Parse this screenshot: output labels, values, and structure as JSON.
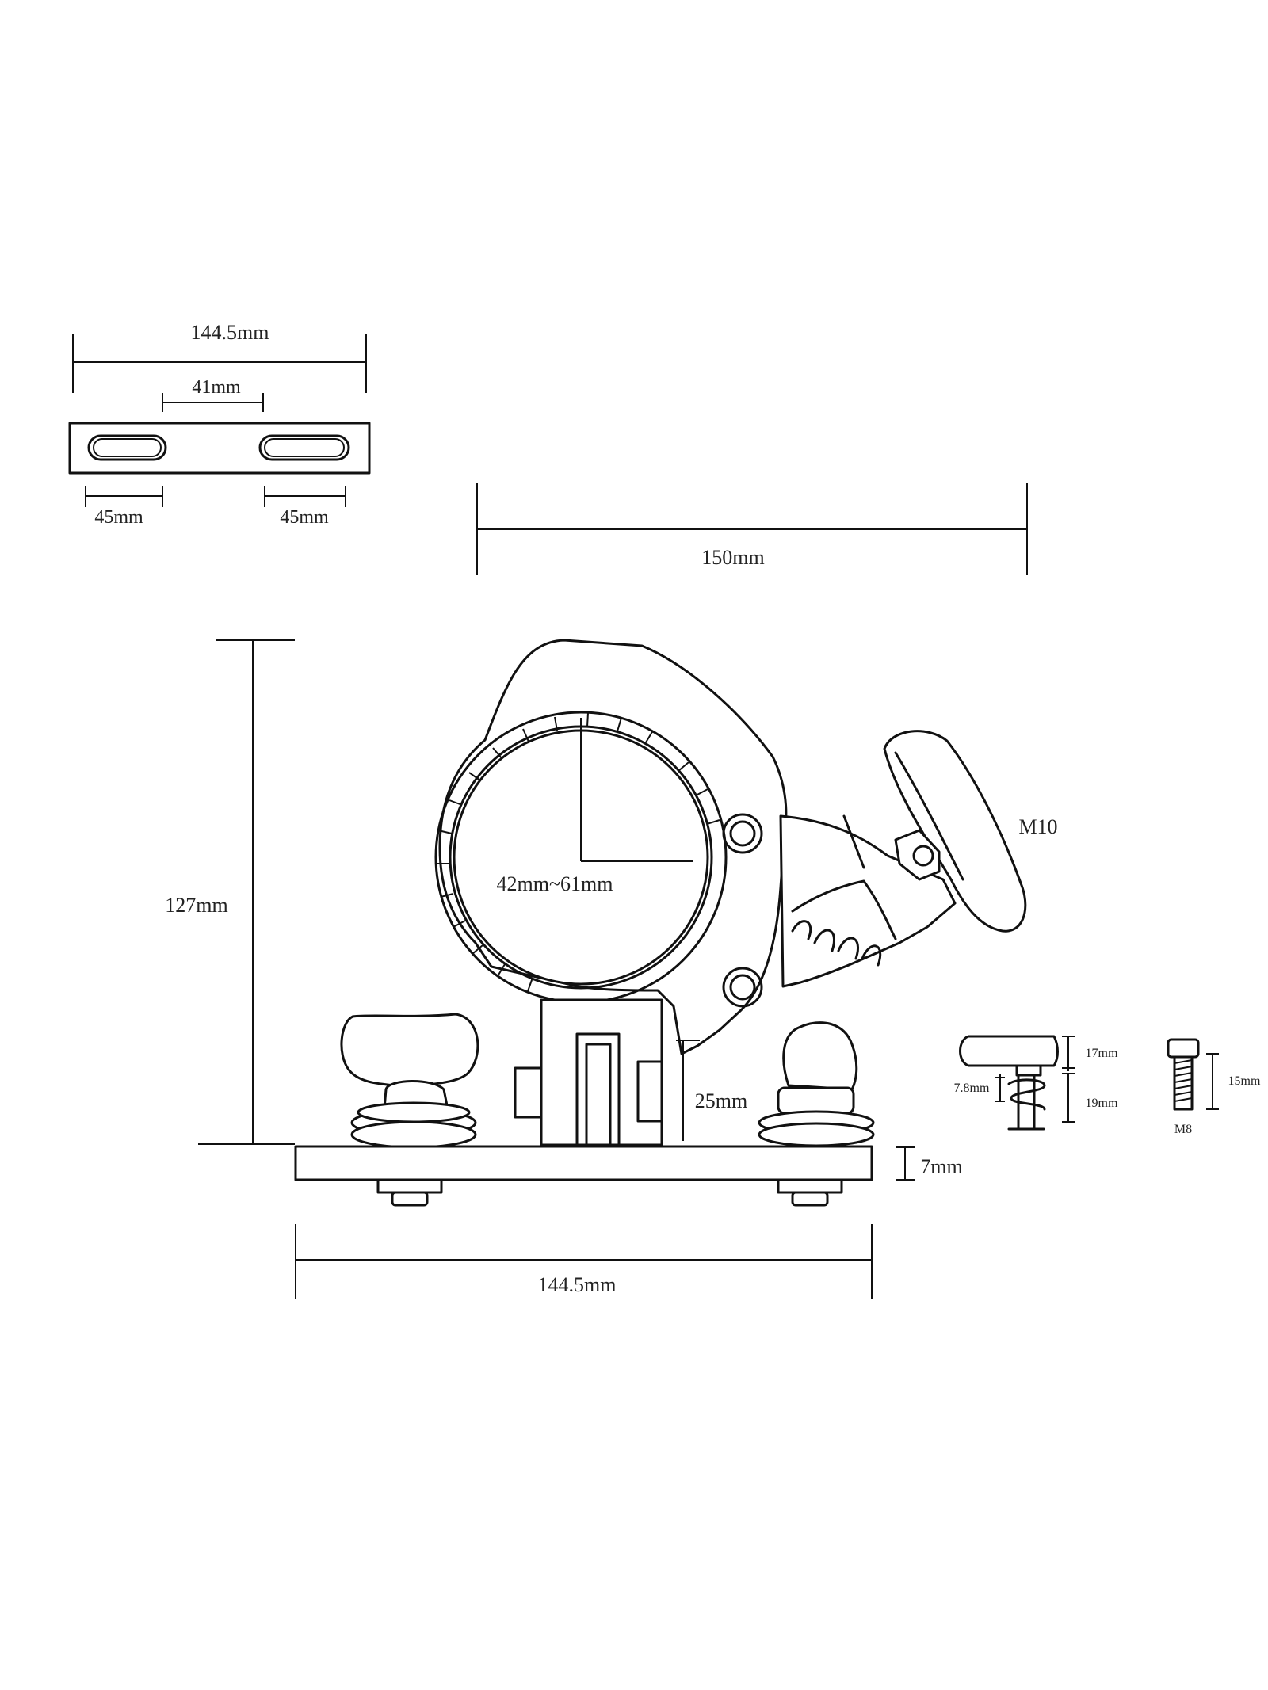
{
  "labels": {
    "top_plate_width": "144.5mm",
    "slot_gap": "41mm",
    "slot_left": "45mm",
    "slot_right": "45mm",
    "clamp_width": "150mm",
    "total_height": "127mm",
    "tube_range": "42mm~61mm",
    "thread": "M10",
    "post_height": "25mm",
    "plate_thickness": "7mm",
    "base_width": "144.5mm",
    "knob_top": "17mm",
    "knob_shoulder": "7.8mm",
    "knob_shaft": "19mm",
    "bolt_length": "15mm",
    "bolt_thread": "M8"
  }
}
